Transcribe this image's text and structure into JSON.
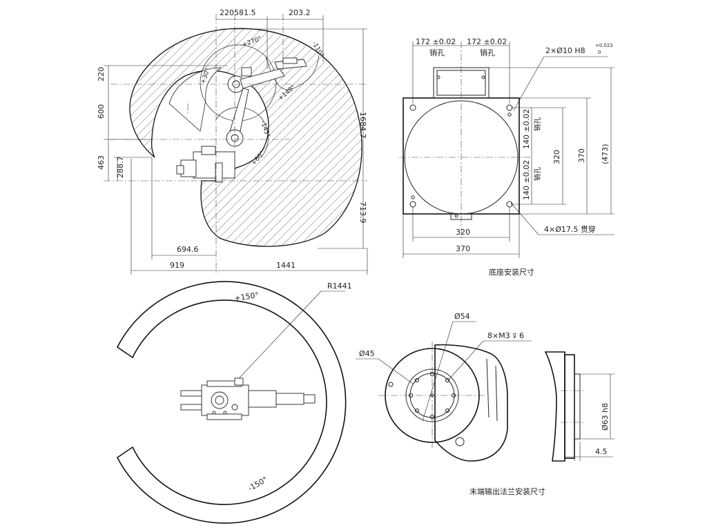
{
  "side_view": {
    "dims_top": [
      "220",
      "581.5",
      "203.2"
    ],
    "dims_left": [
      "220",
      "600",
      "463",
      "288.7"
    ],
    "dims_right": [
      "1684.7",
      "713.9"
    ],
    "dims_bottom": [
      "694.6",
      "919",
      "1441"
    ],
    "angles": [
      "+270°",
      "+30°",
      "-110°",
      "+140°",
      "-145°",
      "+60°"
    ]
  },
  "base_view": {
    "top_dims": [
      "172 ±0.02",
      "172 ±0.02"
    ],
    "pin_hole": "销孔",
    "right_note": "2×Ø10 H8",
    "tol_upper": "+0.022",
    "tol_lower": "0",
    "inner_dims": [
      "140 ±0.02",
      "140 ±0.02",
      "320"
    ],
    "right_dims": [
      "370",
      "(473)"
    ],
    "bolt_note": "4×Ø17.5 贯穿",
    "bottom_dims": [
      "320",
      "370"
    ],
    "caption": "底座安装尺寸"
  },
  "top_view": {
    "radius": "R1441",
    "angle_pos": "+150°",
    "angle_neg": "-150°"
  },
  "flange_view": {
    "d54": "Ø54",
    "d45": "Ø45",
    "threads": "8×M3",
    "depth": "6",
    "fit": "Ø63 h8",
    "thickness": "4.5",
    "caption": "末端输出法兰安装尺寸"
  }
}
